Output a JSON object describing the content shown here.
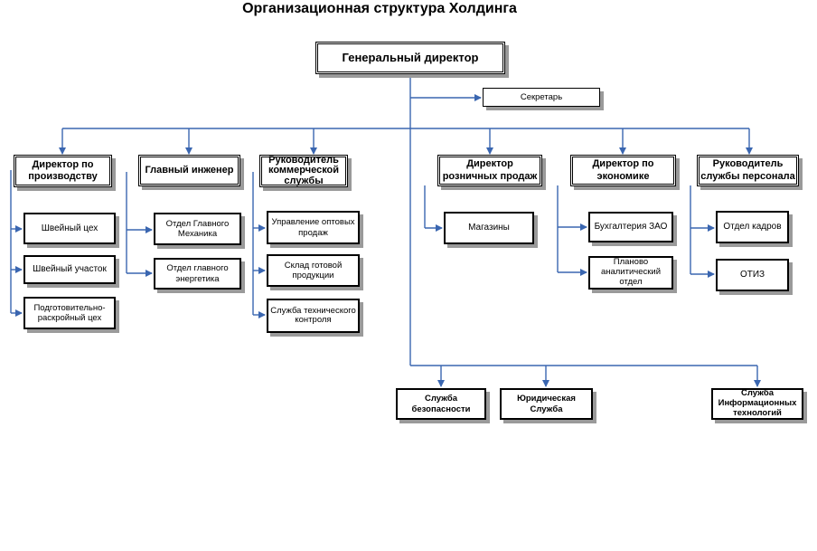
{
  "title": "Организационная структура Холдинга",
  "colors": {
    "connector": "#3a66b0",
    "shadow": "#9a9a9a"
  },
  "nodes": {
    "ceo": "Генеральный директор",
    "secretary": "Секретарь",
    "prod_director": "Директор по производству",
    "chief_engineer": "Главный инженер",
    "commercial_head": "Руководитель коммерческой службы",
    "retail_director": "Директор розничных продаж",
    "econ_director": "Директор по экономике",
    "hr_head": "Руководитель службы персонала",
    "sewing_shop": "Швейный цех",
    "sewing_section": "Швейный участок",
    "cutting_shop": "Подготовительно-раскройный цех",
    "chief_mechanic_dept": "Отдел Главного Механика",
    "chief_energy_dept": "Отдел главного энергетика",
    "wholesale_mgmt": "Управление оптовых продаж",
    "finished_goods": "Склад готовой продукции",
    "quality_control": "Служба технического контроля",
    "stores": "Магазины",
    "accounting": "Бухгалтерия ЗАО",
    "planning": "Планово аналитический отдел",
    "hr_dept": "Отдел кадров",
    "otiz": "ОТИЗ",
    "security": "Служба безопасности",
    "legal": "Юридическая Служба",
    "it": "Служба Информационных технологий"
  }
}
